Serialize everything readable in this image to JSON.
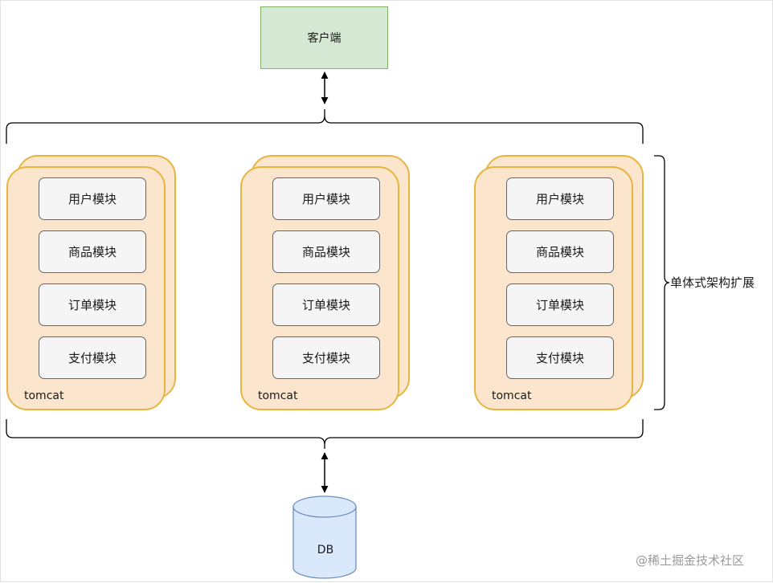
{
  "client": {
    "label": "客户端"
  },
  "tomcats": [
    {
      "label": "tomcat",
      "modules": [
        "用户模块",
        "商品模块",
        "订单模块",
        "支付模块"
      ]
    },
    {
      "label": "tomcat",
      "modules": [
        "用户模块",
        "商品模块",
        "订单模块",
        "支付模块"
      ]
    },
    {
      "label": "tomcat",
      "modules": [
        "用户模块",
        "商品模块",
        "订单模块",
        "支付模块"
      ]
    }
  ],
  "side_label": "单体式架构扩展",
  "database": {
    "label": "DB"
  },
  "watermark": "@稀土掘金技术社区",
  "colors": {
    "client_fill": "#d5e8d4",
    "client_stroke": "#82b366",
    "tomcat_fill": "#fce5cd",
    "tomcat_stroke": "#e7b53f",
    "module_fill": "#f5f5f5",
    "db_fill": "#dae8fc",
    "db_stroke": "#6c8ebf"
  }
}
